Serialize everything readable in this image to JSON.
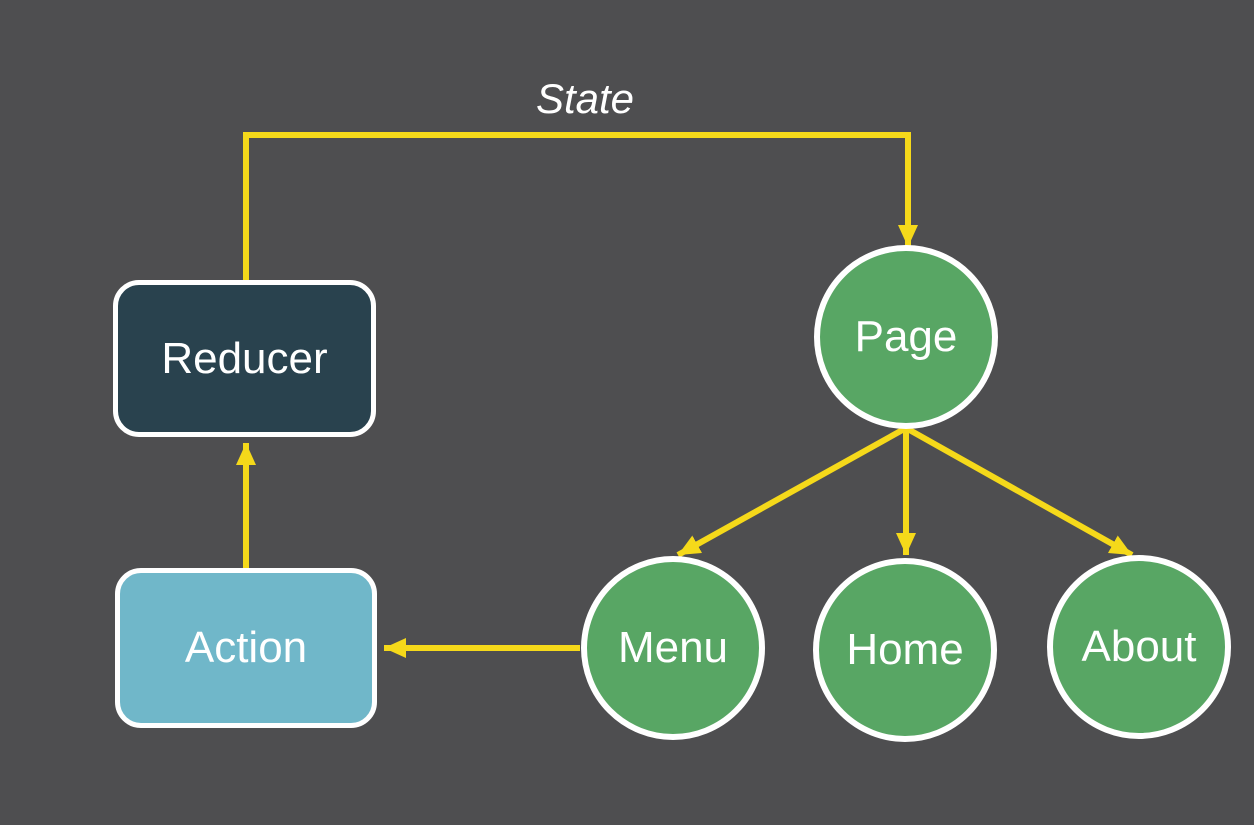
{
  "diagram": {
    "state_label": "State",
    "nodes": {
      "reducer": {
        "label": "Reducer",
        "shape": "rounded-rectangle",
        "fill": "#29424e"
      },
      "action": {
        "label": "Action",
        "shape": "rounded-rectangle",
        "fill": "#70b7c9"
      },
      "page": {
        "label": "Page",
        "shape": "circle",
        "fill": "#58a664"
      },
      "menu": {
        "label": "Menu",
        "shape": "circle",
        "fill": "#58a664"
      },
      "home": {
        "label": "Home",
        "shape": "circle",
        "fill": "#58a664"
      },
      "about": {
        "label": "About",
        "shape": "circle",
        "fill": "#58a664"
      }
    },
    "edges": [
      {
        "from": "reducer",
        "to": "page",
        "label": "State"
      },
      {
        "from": "action",
        "to": "reducer",
        "label": ""
      },
      {
        "from": "menu",
        "to": "action",
        "label": ""
      },
      {
        "from": "page",
        "to": "menu",
        "label": ""
      },
      {
        "from": "page",
        "to": "home",
        "label": ""
      },
      {
        "from": "page",
        "to": "about",
        "label": ""
      }
    ],
    "colors": {
      "background": "#4e4e50",
      "arrow": "#f5d91a",
      "node_border": "#ffffff",
      "text": "#ffffff"
    }
  }
}
